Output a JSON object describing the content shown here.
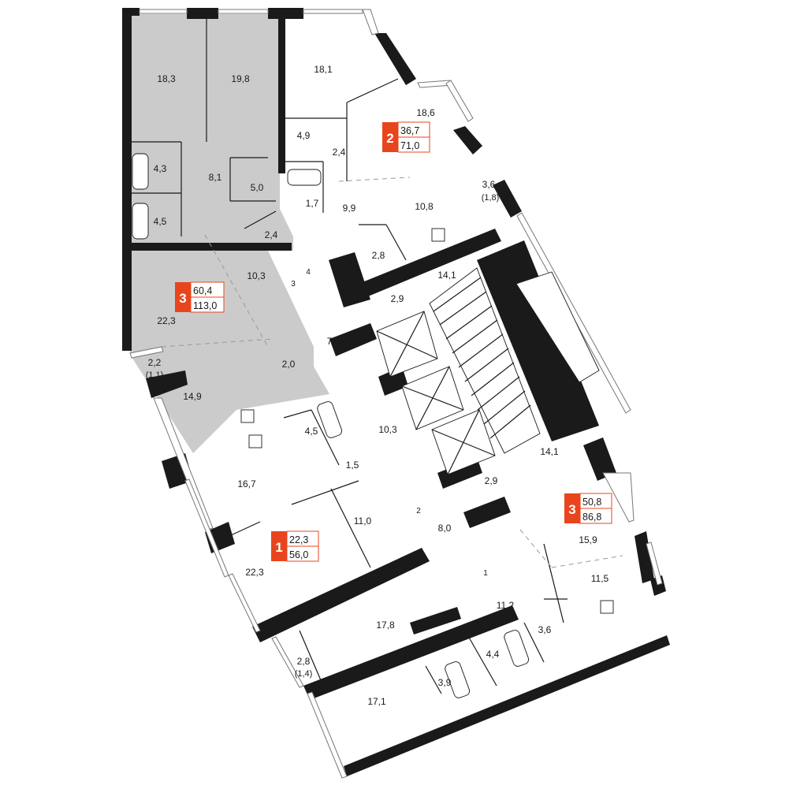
{
  "badges": [
    {
      "id": "apt-2",
      "rooms": "2",
      "living": "36,7",
      "total": "71,0",
      "color": "#e8451e"
    },
    {
      "id": "apt-3a",
      "rooms": "3",
      "living": "60,4",
      "total": "113,0",
      "color": "#e8451e"
    },
    {
      "id": "apt-3b",
      "rooms": "3",
      "living": "50,8",
      "total": "86,8",
      "color": "#e8451e"
    },
    {
      "id": "apt-1",
      "rooms": "1",
      "living": "22,3",
      "total": "56,0",
      "color": "#e8451e"
    }
  ],
  "rooms": {
    "r18_3": "18,3",
    "r19_8": "19,8",
    "r18_1": "18,1",
    "r18_6": "18,6",
    "r4_9": "4,9",
    "r2_4a": "2,4",
    "r4_3": "4,3",
    "r8_1": "8,1",
    "r5_0": "5,0",
    "r4_5a": "4,5",
    "r2_4b": "2,4",
    "r3_6a": "3,6",
    "r3_6a_sub": "(1,8)",
    "r1_7": "1,7",
    "r9_9": "9,9",
    "r10_8": "10,8",
    "r2_8a": "2,8",
    "r10_3a": "10,3",
    "r14_1a": "14,1",
    "r22_3a": "22,3",
    "r2_9a": "2,9",
    "r7_9": "7,9",
    "r2_2": "2,2",
    "r2_2_sub": "(1,1)",
    "r2_0": "2,0",
    "r14_9": "14,9",
    "r10_3b": "10,3",
    "r4_5b": "4,5",
    "r14_1b": "14,1",
    "r1_5": "1,5",
    "r16_7": "16,7",
    "r2_9b": "2,9",
    "r11_0": "11,0",
    "r8_0": "8,0",
    "r15_9": "15,9",
    "r22_3b": "22,3",
    "r11_5": "11,5",
    "r11_2": "11,2",
    "r17_8": "17,8",
    "r3_6b": "3,6",
    "r4_4": "4,4",
    "r2_8b": "2,8",
    "r2_8b_sub": "(1,4)",
    "r3_9": "3,9",
    "r17_1": "17,1"
  },
  "doors": {
    "d1": "1",
    "d2": "2",
    "d3": "3",
    "d4": "4"
  },
  "colors": {
    "highlight": "#c8c8c8",
    "wall": "#1a1a1a",
    "accent": "#e8451e"
  }
}
